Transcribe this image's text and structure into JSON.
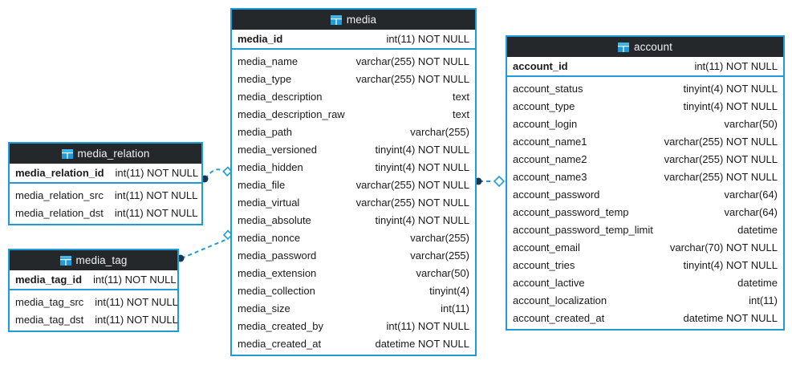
{
  "diagram": {
    "kind": "database-er-diagram",
    "background": "#ffffff",
    "accent_color": "#1f9cd8",
    "header_color": "#25282b",
    "header_text_color": "#f2f2f2",
    "text_color": "#1a1a1a",
    "icon_name": "table-icon"
  },
  "entities": [
    {
      "id": "media",
      "name": "media",
      "primary_key": {
        "name": "media_id",
        "type": "int(11) NOT NULL"
      },
      "columns": [
        {
          "name": "media_name",
          "type": "varchar(255) NOT NULL"
        },
        {
          "name": "media_type",
          "type": "varchar(255) NOT NULL"
        },
        {
          "name": "media_description",
          "type": "text"
        },
        {
          "name": "media_description_raw",
          "type": "text"
        },
        {
          "name": "media_path",
          "type": "varchar(255)"
        },
        {
          "name": "media_versioned",
          "type": "tinyint(4) NOT NULL"
        },
        {
          "name": "media_hidden",
          "type": "tinyint(4) NOT NULL"
        },
        {
          "name": "media_file",
          "type": "varchar(255) NOT NULL"
        },
        {
          "name": "media_virtual",
          "type": "varchar(255) NOT NULL"
        },
        {
          "name": "media_absolute",
          "type": "tinyint(4) NOT NULL"
        },
        {
          "name": "media_nonce",
          "type": "varchar(255)"
        },
        {
          "name": "media_password",
          "type": "varchar(255)"
        },
        {
          "name": "media_extension",
          "type": "varchar(50)"
        },
        {
          "name": "media_collection",
          "type": "tinyint(4)"
        },
        {
          "name": "media_size",
          "type": "int(11)"
        },
        {
          "name": "media_created_by",
          "type": "int(11) NOT NULL"
        },
        {
          "name": "media_created_at",
          "type": "datetime NOT NULL"
        }
      ]
    },
    {
      "id": "account",
      "name": "account",
      "primary_key": {
        "name": "account_id",
        "type": "int(11) NOT NULL"
      },
      "columns": [
        {
          "name": "account_status",
          "type": "tinyint(4) NOT NULL"
        },
        {
          "name": "account_type",
          "type": "tinyint(4) NOT NULL"
        },
        {
          "name": "account_login",
          "type": "varchar(50)"
        },
        {
          "name": "account_name1",
          "type": "varchar(255) NOT NULL"
        },
        {
          "name": "account_name2",
          "type": "varchar(255) NOT NULL"
        },
        {
          "name": "account_name3",
          "type": "varchar(255) NOT NULL"
        },
        {
          "name": "account_password",
          "type": "varchar(64)"
        },
        {
          "name": "account_password_temp",
          "type": "varchar(64)"
        },
        {
          "name": "account_password_temp_limit",
          "type": "datetime"
        },
        {
          "name": "account_email",
          "type": "varchar(70) NOT NULL"
        },
        {
          "name": "account_tries",
          "type": "tinyint(4) NOT NULL"
        },
        {
          "name": "account_lactive",
          "type": "datetime"
        },
        {
          "name": "account_localization",
          "type": "int(11)"
        },
        {
          "name": "account_created_at",
          "type": "datetime NOT NULL"
        }
      ]
    },
    {
      "id": "media_relation",
      "name": "media_relation",
      "primary_key": {
        "name": "media_relation_id",
        "type": "int(11) NOT NULL"
      },
      "columns": [
        {
          "name": "media_relation_src",
          "type": "int(11) NOT NULL"
        },
        {
          "name": "media_relation_dst",
          "type": "int(11) NOT NULL"
        }
      ]
    },
    {
      "id": "media_tag",
      "name": "media_tag",
      "primary_key": {
        "name": "media_tag_id",
        "type": "int(11) NOT NULL"
      },
      "columns": [
        {
          "name": "media_tag_src",
          "type": "int(11) NOT NULL"
        },
        {
          "name": "media_tag_dst",
          "type": "int(11) NOT NULL"
        }
      ]
    }
  ],
  "relationships": [
    {
      "id": "rel-media_relation-media",
      "from": "media_relation",
      "to": "media",
      "style": "dashed",
      "from_marker": "filled-circle",
      "to_marker": "open-diamond"
    },
    {
      "id": "rel-media_tag-media",
      "from": "media_tag",
      "to": "media",
      "style": "dashed",
      "from_marker": "filled-circle",
      "to_marker": "open-diamond"
    },
    {
      "id": "rel-media-account",
      "from": "media",
      "to": "account",
      "style": "dashed",
      "from_marker": "filled-circle",
      "to_marker": "open-diamond"
    }
  ]
}
